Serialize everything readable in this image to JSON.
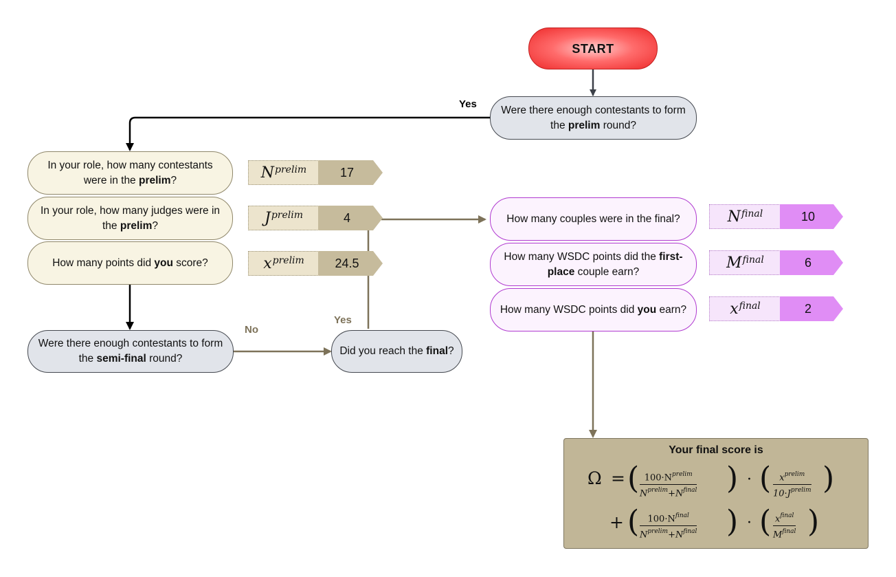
{
  "start": "START",
  "q_prelim_round": {
    "pre": "Were there enough contestants to form the ",
    "bold": "prelim",
    "post": " round?"
  },
  "q_contestants": {
    "pre": "In your role, how many contestants were in the ",
    "bold": "prelim",
    "post": "?"
  },
  "q_judges": {
    "pre": "In your role, how many judges were in the ",
    "bold": "prelim",
    "post": "?"
  },
  "q_points": {
    "pre": "How many points did ",
    "bold": "you",
    "post": " score?"
  },
  "q_semi": {
    "pre": "Were there enough contestants to form the ",
    "bold": "semi-final",
    "post": " round?"
  },
  "q_reach_final": {
    "pre": "Did you reach the ",
    "bold": "final",
    "post": "?"
  },
  "q_couples": {
    "text": "How many couples were in the final?"
  },
  "q_first_place": {
    "pre": "How many WSDC points did the ",
    "bold": "first-place",
    "post": " couple earn?"
  },
  "q_you_earn": {
    "pre": "How many WSDC points did ",
    "bold": "you",
    "post": " earn?"
  },
  "vars": {
    "n_prelim": {
      "symbol": "N",
      "sup": "prelim",
      "value": "17"
    },
    "j_prelim": {
      "symbol": "J",
      "sup": "prelim",
      "value": "4"
    },
    "x_prelim": {
      "symbol": "x",
      "sup": "prelim",
      "value": "24.5"
    },
    "n_final": {
      "symbol": "N",
      "sup": "final",
      "value": "10"
    },
    "m_final": {
      "symbol": "M",
      "sup": "final",
      "value": "6"
    },
    "x_final": {
      "symbol": "x",
      "sup": "final",
      "value": "2"
    }
  },
  "edge_labels": {
    "yes_top": "Yes",
    "no": "No",
    "yes_final": "Yes"
  },
  "result": {
    "title": "Your final score is",
    "omega": "Ω",
    "eq": "=",
    "plus": "+",
    "dot": "·",
    "f1_num": "100·N",
    "f1_num_sup": "prelim",
    "f_den_a": "N",
    "f_den_a_sup": "prelim",
    "f_den_plus": "+N",
    "f_den_b_sup": "final",
    "f2_num": "x",
    "f2_num_sup": "prelim",
    "f2_den": "10·J",
    "f2_den_sup": "prelim",
    "f3_num": "100·N",
    "f3_num_sup": "final",
    "f4_num": "x",
    "f4_num_sup": "final",
    "f4_den": "M",
    "f4_den_sup": "final"
  }
}
